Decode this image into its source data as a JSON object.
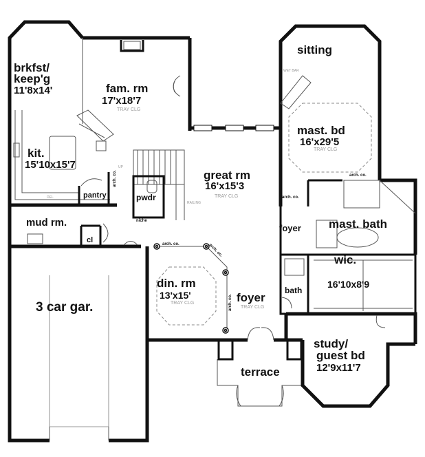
{
  "rooms": {
    "brkfst_line1": "brkfst/",
    "brkfst_line2": "keep'g",
    "brkfst_dim": "11'8x14'",
    "fam_name": "fam. rm",
    "fam_dim": "17'x18'7",
    "fam_note": "TRAY CLG",
    "kit_name": "kit.",
    "kit_dim": "15'10x15'7",
    "sitting": "sitting",
    "mast_bd_name": "mast. bd",
    "mast_bd_dim": "16'x29'5",
    "mast_bd_note": "TRAY CLG",
    "great_name": "great  rm",
    "great_dim": "16'x15'3",
    "great_note": "TRAY CLG",
    "pwdr": "pwdr",
    "pantry": "pantry",
    "mud": "mud rm.",
    "cl": "cl",
    "foyer_small": "foyer",
    "mast_bath": "mast. bath",
    "wic_name": "wic.",
    "wic_dim": "16'10x8'9",
    "bath": "bath",
    "din_name": "din. rm",
    "din_dim": "13'x15'",
    "din_note": "TRAY CLG",
    "foyer_name": "foyer",
    "foyer_note": "TRAY CLG",
    "garage": "3 car gar.",
    "study_line1": "study/",
    "study_line2": "guest bd",
    "study_dim": "12'9x11'7",
    "terrace": "terrace"
  },
  "notes": {
    "arch_co": "arch. co.",
    "niche": "niche",
    "railing": "RAILING",
    "up": "UP",
    "wet_bar": "WET BAR",
    "del": "DEL"
  }
}
